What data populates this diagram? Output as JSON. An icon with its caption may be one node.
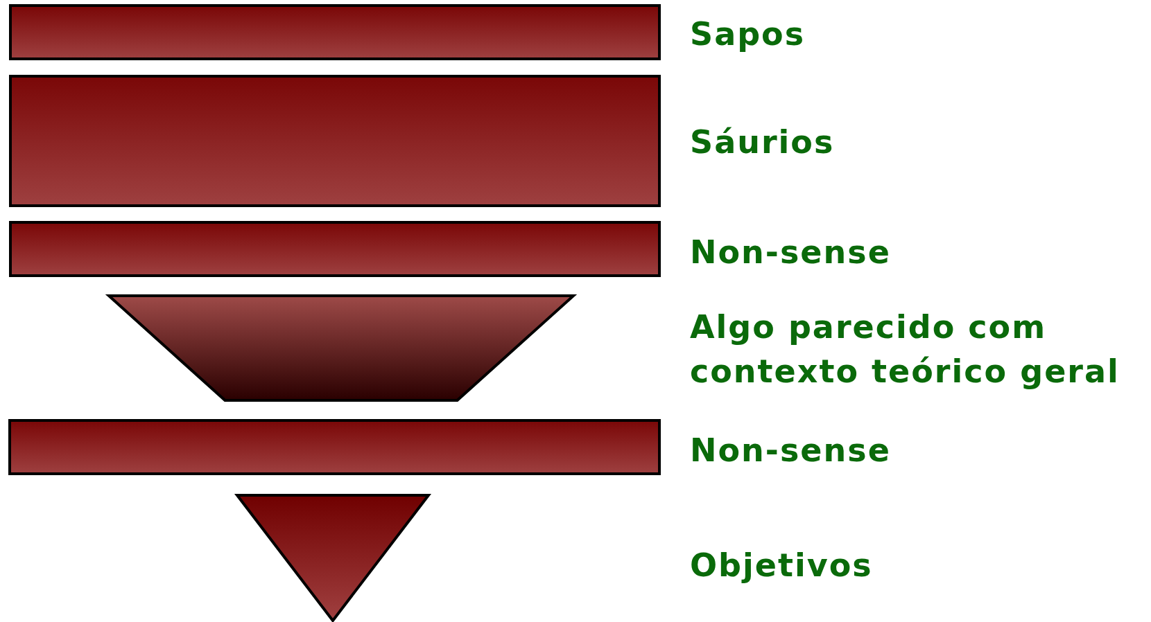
{
  "diagram": {
    "nodes": [
      {
        "text": [],
        "shape": "bar"
      },
      {
        "text": [],
        "shape": "bar"
      },
      {
        "text": [],
        "shape": "bar"
      },
      {
        "text": [],
        "shape": "trapezoid"
      },
      {
        "text": [],
        "shape": "bar"
      },
      {
        "text": [],
        "shape": "triangle"
      }
    ],
    "labels": [
      "Sapos",
      "Sáurios",
      "Non-sense",
      "Algo parecido com contexto teórico geral",
      "Non-sense",
      "Objetivos"
    ]
  }
}
